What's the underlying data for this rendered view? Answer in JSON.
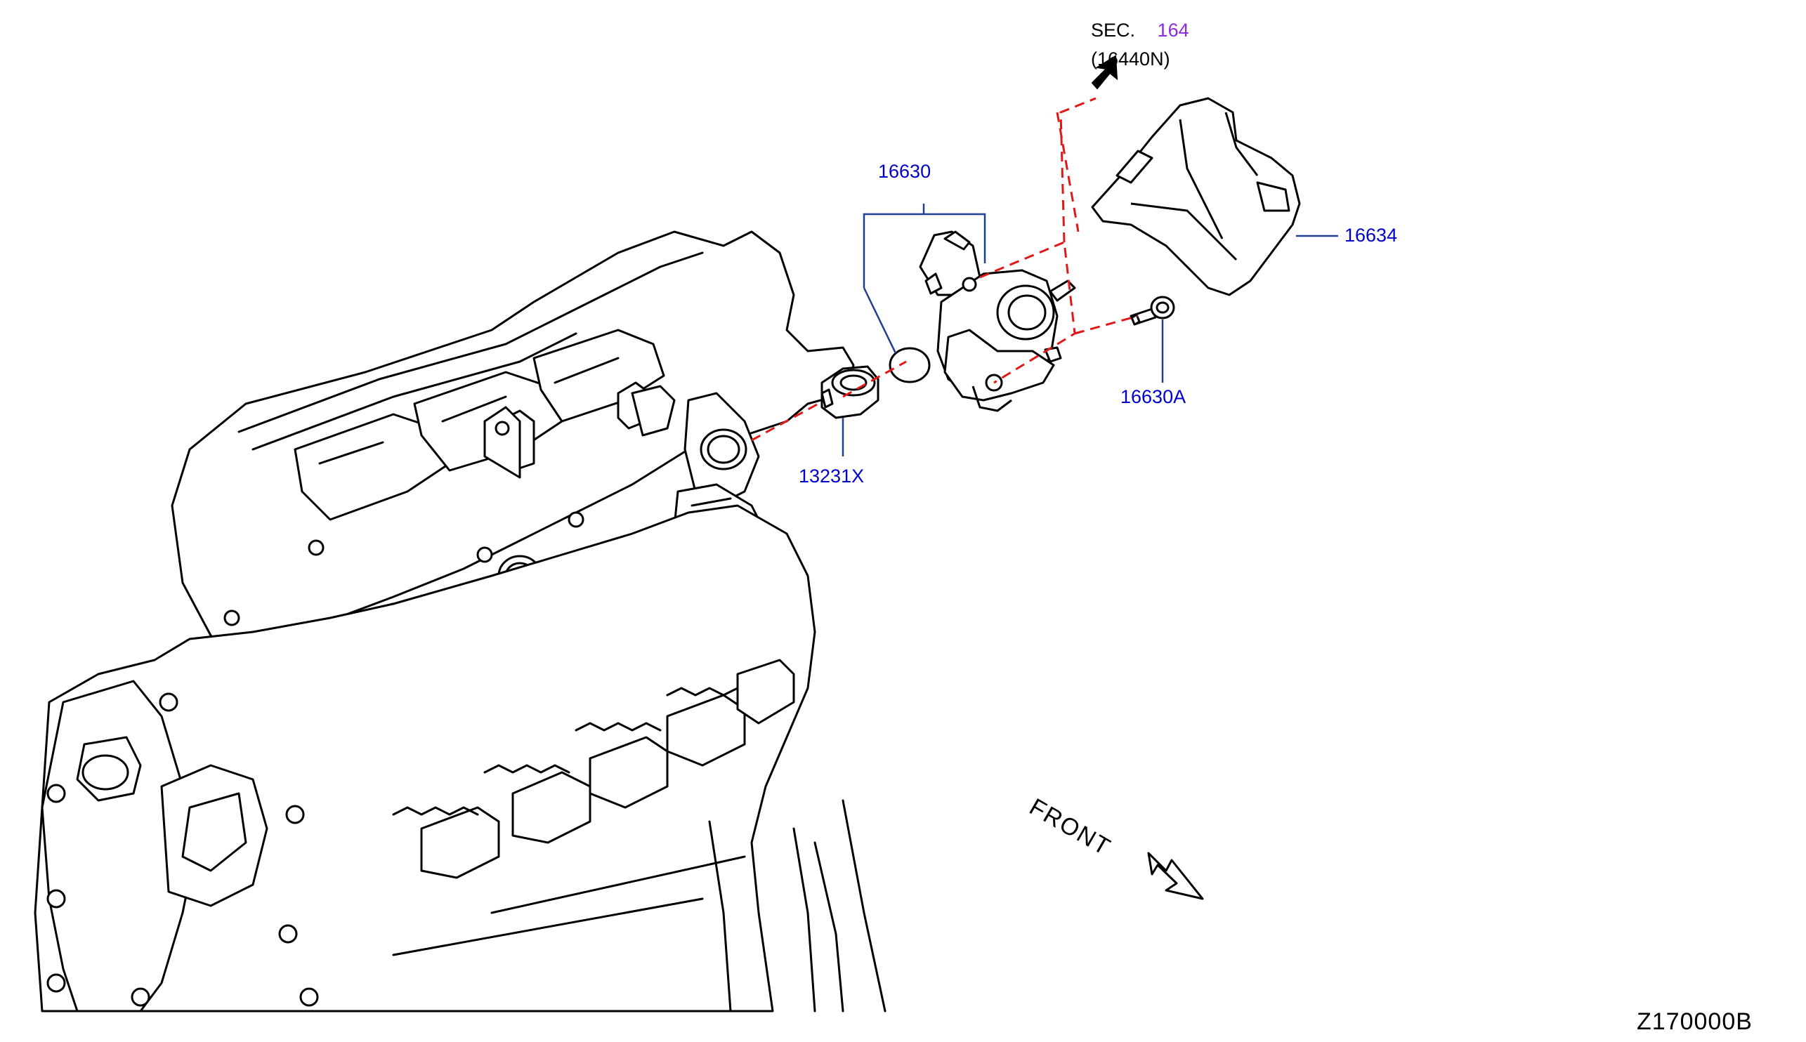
{
  "section_ref": {
    "prefix": "SEC.",
    "number": "164",
    "part": "(16440N)"
  },
  "callouts": {
    "high_pressure_pump": "16630",
    "pump_insulator_cover": "16634",
    "pump_bolt": "16630A",
    "pump_lifter": "13231X"
  },
  "orientation": {
    "front_label": "FRONT"
  },
  "diagram_code": "Z170000B",
  "colors": {
    "callout_text": "#0000cc",
    "leader_line": "#1f3f8f",
    "phantom_line": "#e01818",
    "section_number": "#8a2be2",
    "linework": "#000000"
  }
}
